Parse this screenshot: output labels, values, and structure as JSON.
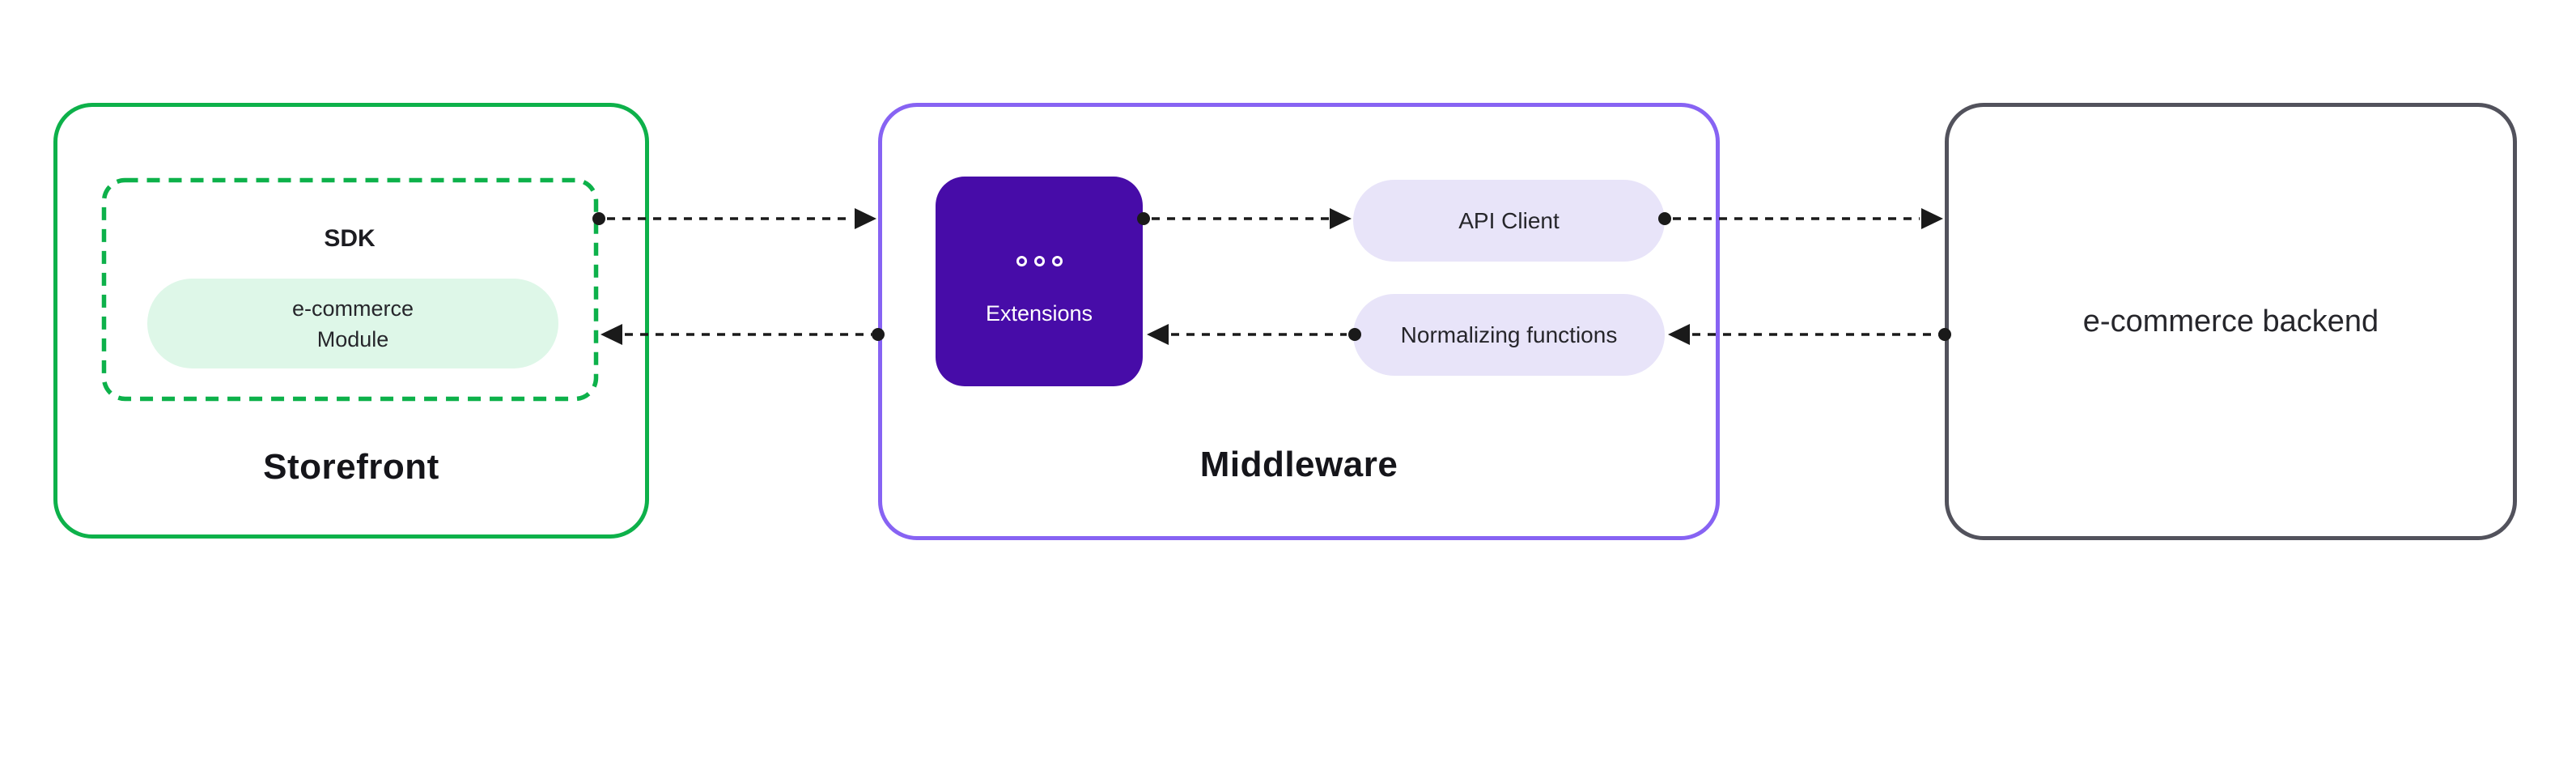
{
  "diagram": {
    "storefront": {
      "label": "Storefront",
      "sdk_label": "SDK",
      "module_label": "e-commerce\nModule"
    },
    "middleware": {
      "label": "Middleware",
      "extensions_label": "Extensions",
      "api_client_label": "API Client",
      "normalizing_label": "Normalizing functions"
    },
    "backend": {
      "label": "e-commerce backend"
    },
    "icons": {
      "extensions_icon": "three-dots"
    },
    "colors": {
      "storefront_green": "#0db14a",
      "module_mint": "#def7e8",
      "middleware_violet": "#8763f3",
      "extensions_deep_purple": "#470ca8",
      "pill_lavender": "#e8e4f9",
      "backend_border_gray": "#52525c",
      "arrow_black": "#1a1a1a",
      "label_dark": "#15151a"
    }
  }
}
